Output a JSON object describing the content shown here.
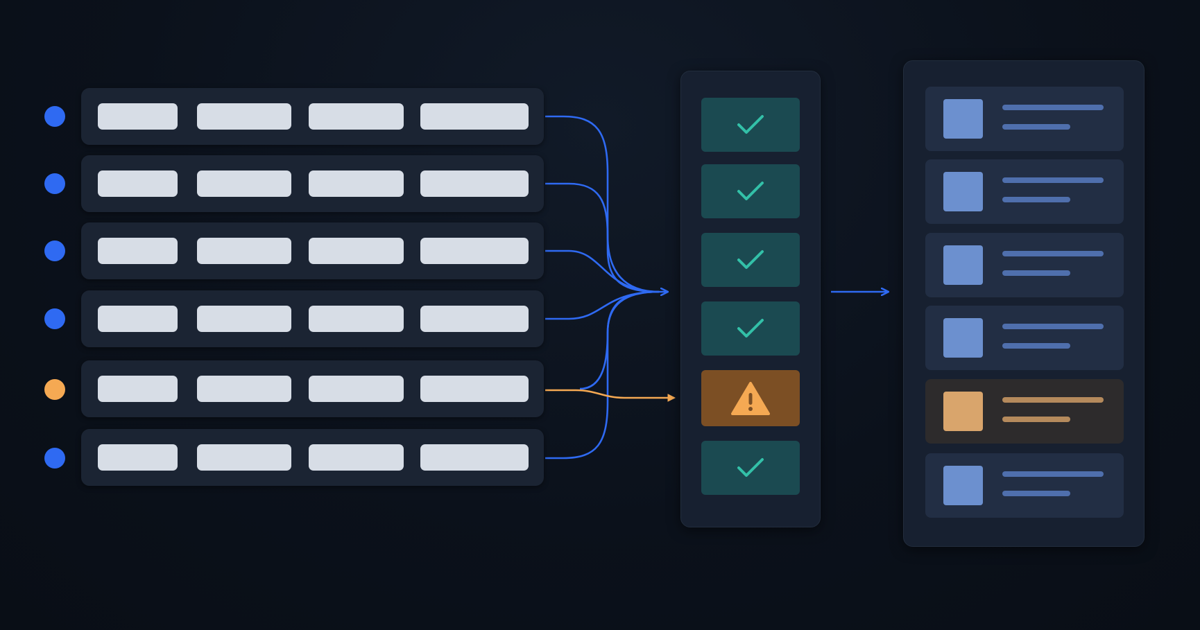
{
  "colors": {
    "background": "#0b111b",
    "accent_blue": "#2f6af2",
    "warning_orange": "#f5a953",
    "ok_tile": "#1b4a51",
    "check_mark": "#33c0a8",
    "warn_tile": "#7c4f24"
  },
  "source_rows": [
    {
      "status": "ok",
      "dot_color": "#2f6af2"
    },
    {
      "status": "ok",
      "dot_color": "#2f6af2"
    },
    {
      "status": "ok",
      "dot_color": "#2f6af2"
    },
    {
      "status": "ok",
      "dot_color": "#2f6af2"
    },
    {
      "status": "warning",
      "dot_color": "#f5a953"
    },
    {
      "status": "ok",
      "dot_color": "#2f6af2"
    }
  ],
  "validation_checks": [
    {
      "status": "ok",
      "icon": "check-icon"
    },
    {
      "status": "ok",
      "icon": "check-icon"
    },
    {
      "status": "ok",
      "icon": "check-icon"
    },
    {
      "status": "ok",
      "icon": "check-icon"
    },
    {
      "status": "warning",
      "icon": "warning-icon"
    },
    {
      "status": "ok",
      "icon": "check-icon"
    }
  ],
  "output_records": [
    {
      "status": "ok"
    },
    {
      "status": "ok"
    },
    {
      "status": "ok"
    },
    {
      "status": "ok"
    },
    {
      "status": "warning"
    },
    {
      "status": "ok"
    }
  ]
}
